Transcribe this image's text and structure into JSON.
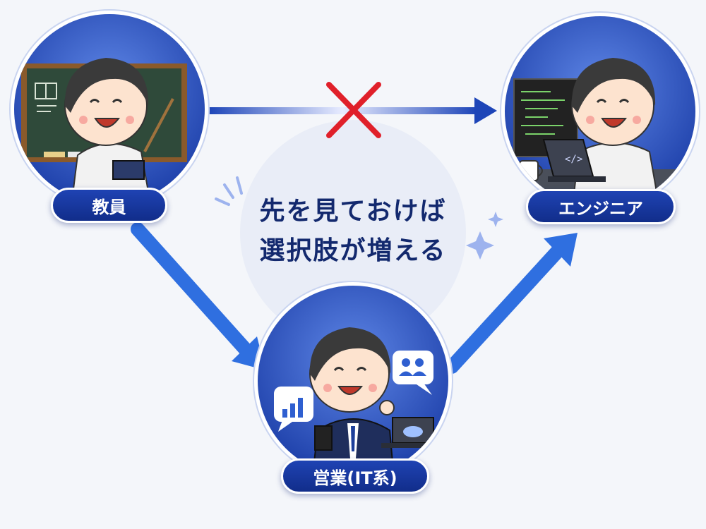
{
  "nodes": {
    "teacher": {
      "label": "教員"
    },
    "engineer": {
      "label": "エンジニア"
    },
    "sales": {
      "label": "営業(IT系)"
    }
  },
  "message": {
    "line1": "先を見ておけば",
    "line2": "選択肢が増える"
  },
  "colors": {
    "primary": "#1a3aa6",
    "arrow": "#2f6fe0",
    "cross": "#e0202a",
    "circle_bg": "#2c58c9",
    "text": "#13296e"
  },
  "icons": [
    "chalkboard-icon",
    "pointer-stick-icon",
    "book-icon",
    "code-monitor-icon",
    "laptop-icon",
    "coffee-mug-icon",
    "bar-chart-icon",
    "users-icon",
    "cloud-icon",
    "folder-icon",
    "cross-icon",
    "sparkle-icon"
  ]
}
